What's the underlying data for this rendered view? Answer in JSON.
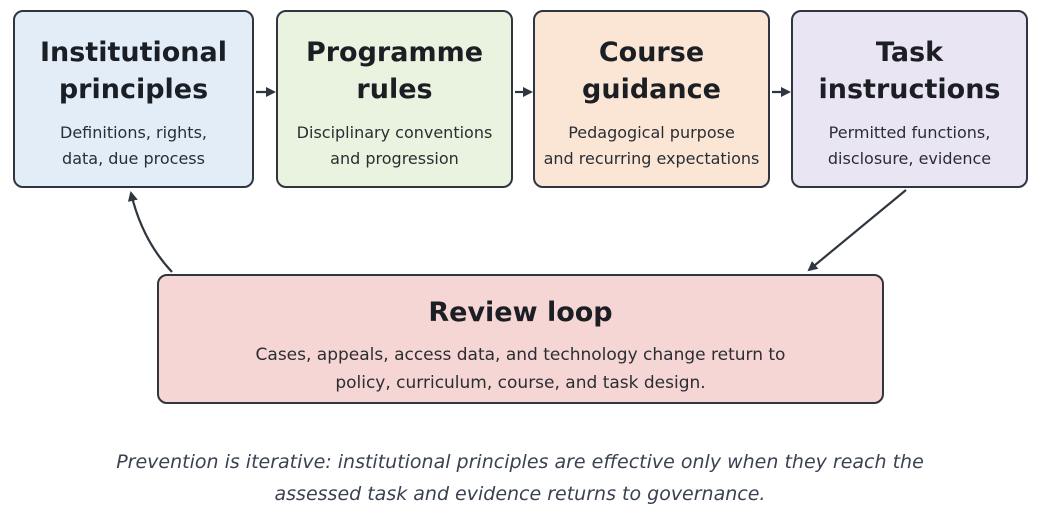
{
  "boxes": {
    "institutional": {
      "title": "Institutional\nprinciples",
      "desc": "Definitions, rights,\ndata, due process"
    },
    "programme": {
      "title": "Programme\nrules",
      "desc": "Disciplinary conventions\nand progression"
    },
    "course": {
      "title": "Course\nguidance",
      "desc": "Pedagogical purpose\nand recurring expectations"
    },
    "task": {
      "title": "Task\ninstructions",
      "desc": "Permitted functions,\ndisclosure, evidence"
    },
    "review": {
      "title": "Review loop",
      "desc": "Cases, appeals, access data, and technology change return to\npolicy, curriculum, course, and task design."
    }
  },
  "caption": "Prevention is iterative: institutional principles are effective only when they reach the\nassessed task and evidence returns to governance.",
  "colors": {
    "institutional": "#e2edf8",
    "programme": "#e9f3df",
    "course": "#fbe6d6",
    "task": "#e9e5f3",
    "review": "#f6d5d5",
    "stroke": "#2f3640"
  }
}
